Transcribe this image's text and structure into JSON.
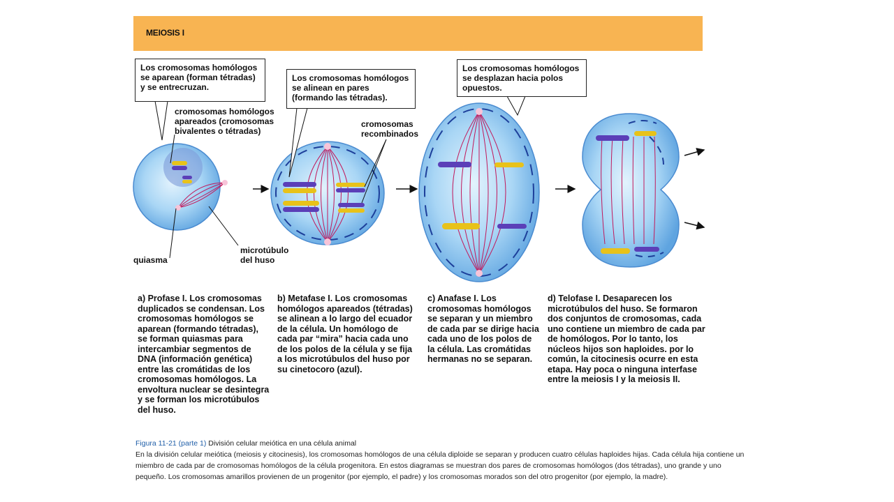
{
  "banner": {
    "title": "MEIOSIS I"
  },
  "callouts": {
    "prophase": "Los cromosomas homólogos se aparean (forman tétradas) y se entrecruzan.",
    "metaphase": "Los cromosomas homólogos se alinean en pares (formando las tétradas).",
    "anaphase": "Los cromosomas homólogos se desplazan hacia polos opuestos."
  },
  "labels": {
    "paired": "cromosomas homólogos apareados (cromosomas bivalentes o tétradas)",
    "recombined": "cromosomas recombinados",
    "chiasma": "quiasma",
    "microtubule": "microtúbulo del huso"
  },
  "descriptions": {
    "a": {
      "lead": "a) Profase I.",
      "text": " Los cromosomas duplicados se condensan. Los cromosomas homólogos se aparean (formando tétradas), se forman quiasmas para intercambiar segmentos de DNA (información genética) entre las cromátidas de los cromosomas homólogos. La envoltura nuclear se desintegra y se forman los microtúbulos del huso."
    },
    "b": {
      "lead": "b) Metafase I.",
      "text": " Los cromosomas homólogos apareados (tétradas) se alinean a lo largo del ecuador de la célula. Un homólogo de cada par “mira” hacia cada uno de los polos de la célula y se fija a los microtúbulos del huso por su cinetocoro (azul)."
    },
    "c": {
      "lead": "c) Anafase I.",
      "text": " Los cromosomas homólogos se separan y un miembro de cada par se dirige hacia cada uno de los polos de la célula. Las cromátidas hermanas no se separan."
    },
    "d": {
      "lead": "d) Telofase I.",
      "text": " Desaparecen los microtúbulos del huso. Se formaron dos conjuntos de cromosomas, cada uno contiene un miembro de cada par de homólogos. Por lo tanto, los núcleos hijos son haploides. por lo común, la citocinesis ocurre en esta etapa. Hay poca o ninguna interfase entre la meiosis I y la meiosis II."
    }
  },
  "caption": {
    "figure": "Figura 11-21 (parte 1)",
    "title": " División celular meiótica en una célula animal",
    "body": "En la división celular meiótica (meiosis y citocinesis), los cromosomas homólogos de una célula diploide se separan y producen cuatro células haploides hijas. Cada célula hija contiene un miembro de cada par de cromosomas homólogos de la célula progenitora. En estos diagramas se muestran dos pares de cromosomas homólogos (dos tétradas), uno grande y uno pequeño. Los cromosomas amarillos provienen de un progenitor (por ejemplo, el padre) y los cromosomas morados son del otro progenitor (por ejemplo, la madre)."
  },
  "colors": {
    "banner": "#f8b452",
    "cell": "#8fc6ef",
    "spindle": "#c2185b",
    "chrom_yellow": "#e8c21a",
    "chrom_purple": "#5b3fb8",
    "caption_head": "#1f5ea8"
  }
}
